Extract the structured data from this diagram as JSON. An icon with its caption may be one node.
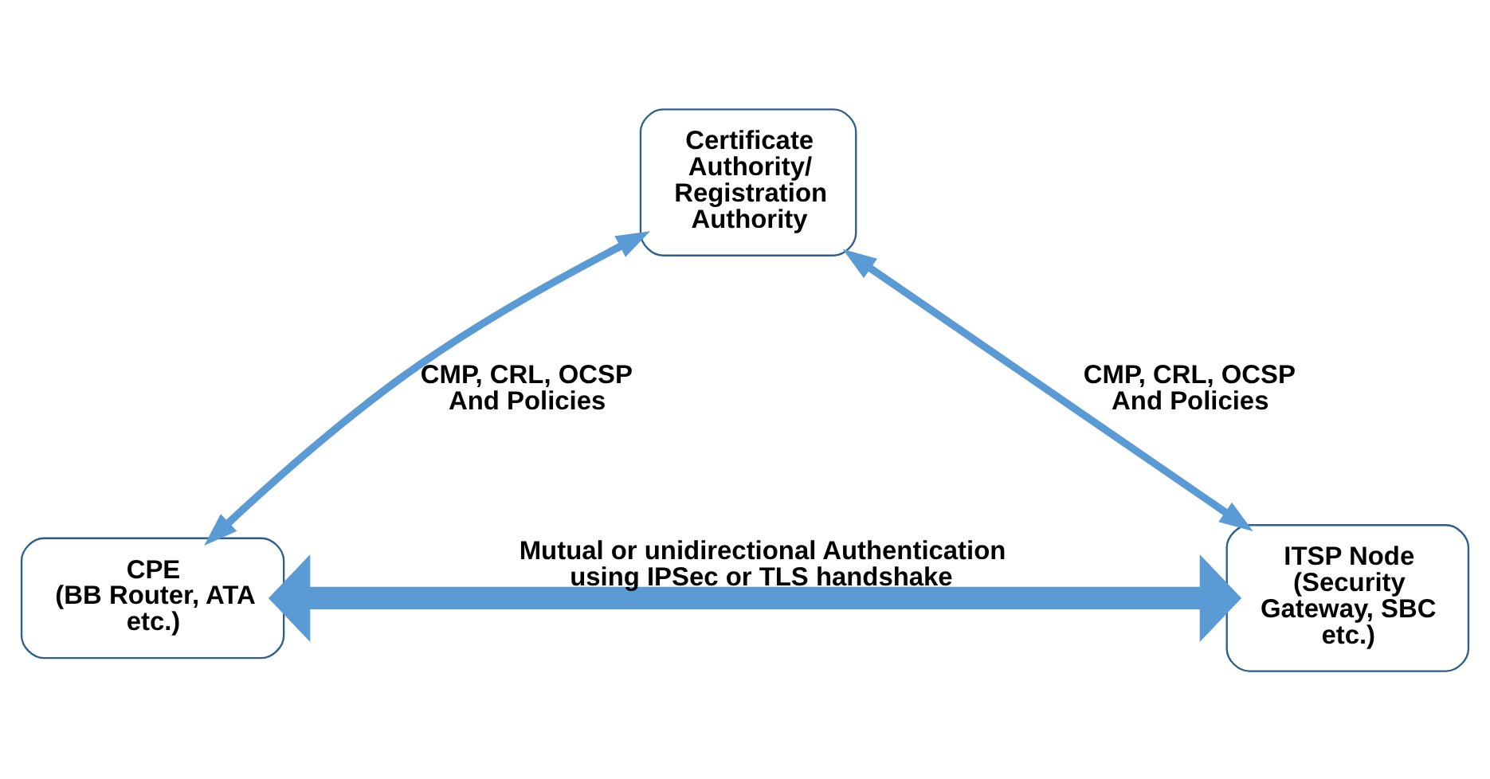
{
  "diagram": {
    "nodes": [
      {
        "text": [
          "Certificate Authority/ Registration Authority"
        ]
      },
      {
        "text": [
          "CPE",
          "(BB Router, ATA etc.)"
        ]
      },
      {
        "text": [
          "ITSP Node",
          "(Security Gateway, SBC etc.)"
        ]
      }
    ],
    "edges": [
      {
        "from": 1,
        "to": 0,
        "arrow": "both",
        "label": "CMP, CRL, OCSP And Policies"
      },
      {
        "from": 0,
        "to": 2,
        "arrow": "both",
        "label": "CMP, CRL, OCSP And Policies"
      },
      {
        "from": 1,
        "to": 2,
        "arrow": "both",
        "style": "thick",
        "label": "Mutual or unidirectional Authentication using IPSec or TLS handshake"
      }
    ]
  }
}
